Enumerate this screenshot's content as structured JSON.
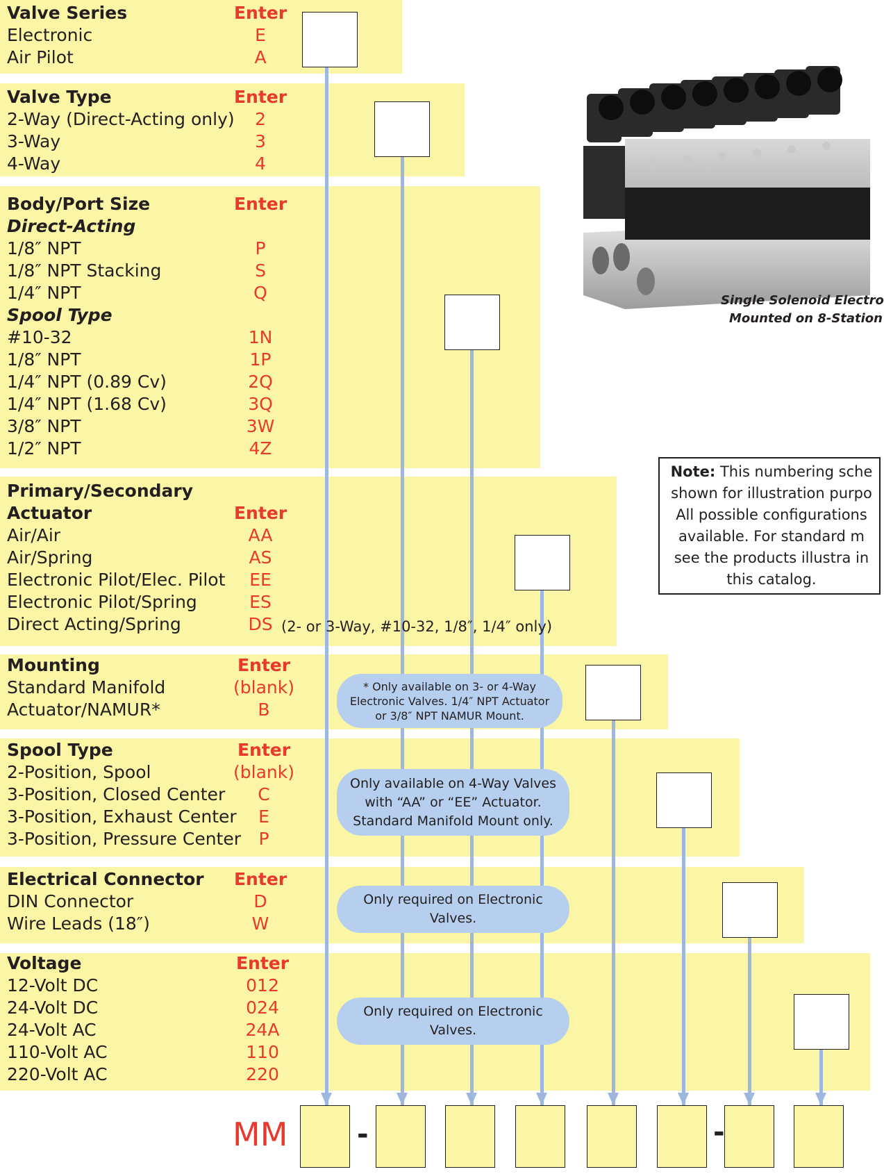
{
  "sections": {
    "valve_series": {
      "title": "Valve Series",
      "enter": "Enter",
      "rows": [
        {
          "label": "Electronic",
          "code": "E"
        },
        {
          "label": "Air Pilot",
          "code": "A"
        }
      ]
    },
    "valve_type": {
      "title": "Valve Type",
      "enter": "Enter",
      "rows": [
        {
          "label": "2-Way (Direct-Acting only)",
          "code": "2"
        },
        {
          "label": "3-Way",
          "code": "3"
        },
        {
          "label": "4-Way",
          "code": "4"
        }
      ]
    },
    "body_port": {
      "title": "Body/Port Size",
      "enter": "Enter",
      "sub1": "Direct-Acting",
      "rows1": [
        {
          "label": "1/8″ NPT",
          "code": "P"
        },
        {
          "label": "1/8″ NPT Stacking",
          "code": "S"
        },
        {
          "label": "1/4″ NPT",
          "code": "Q"
        }
      ],
      "sub2": "Spool Type",
      "rows2": [
        {
          "label": "#10-32",
          "code": "1N"
        },
        {
          "label": "1/8″ NPT",
          "code": "1P"
        },
        {
          "label": "1/4″ NPT (0.89 Cv)",
          "code": "2Q"
        },
        {
          "label": "1/4″ NPT (1.68 Cv)",
          "code": "3Q"
        },
        {
          "label": "3/8″ NPT",
          "code": "3W"
        },
        {
          "label": "1/2″ NPT",
          "code": "4Z"
        }
      ]
    },
    "actuator": {
      "title1": "Primary/Secondary",
      "title2": "Actuator",
      "enter": "Enter",
      "rows": [
        {
          "label": "Air/Air",
          "code": "AA"
        },
        {
          "label": "Air/Spring",
          "code": "AS"
        },
        {
          "label": "Electronic Pilot/Elec. Pilot",
          "code": "EE"
        },
        {
          "label": "Electronic Pilot/Spring",
          "code": "ES"
        },
        {
          "label": "Direct Acting/Spring",
          "code": "DS"
        }
      ],
      "ds_note": "(2- or 3-Way, #10-32, 1/8″, 1/4″ only)"
    },
    "mounting": {
      "title": "Mounting",
      "enter": "Enter",
      "rows": [
        {
          "label": "Standard Manifold",
          "code": "(blank)"
        },
        {
          "label": "Actuator/NAMUR*",
          "code": "B"
        }
      ]
    },
    "spool_type": {
      "title": "Spool Type",
      "enter": "Enter",
      "rows": [
        {
          "label": "2-Position, Spool",
          "code": "(blank)"
        },
        {
          "label": "3-Position, Closed Center",
          "code": "C"
        },
        {
          "label": "3-Position, Exhaust Center",
          "code": "E"
        },
        {
          "label": "3-Position, Pressure Center",
          "code": "P"
        }
      ]
    },
    "electrical": {
      "title": "Electrical Connector",
      "enter": "Enter",
      "rows": [
        {
          "label": "DIN Connector",
          "code": "D"
        },
        {
          "label": "Wire Leads (18″)",
          "code": "W"
        }
      ]
    },
    "voltage": {
      "title": "Voltage",
      "enter": "Enter",
      "rows": [
        {
          "label": "12-Volt DC",
          "code": "012"
        },
        {
          "label": "24-Volt DC",
          "code": "024"
        },
        {
          "label": "24-Volt AC",
          "code": "24A"
        },
        {
          "label": "110-Volt AC",
          "code": "110"
        },
        {
          "label": "220-Volt AC",
          "code": "220"
        }
      ]
    }
  },
  "bubbles": {
    "mounting": "* Only available on 3- or 4-Way Electronic Valves. 1/4″ NPT Actuator or 3/8″ NPT NAMUR Mount.",
    "spool": "Only available on 4-Way Valves with “AA” or “EE” Actuator. Standard Manifold Mount only.",
    "electrical": "Only required on Electronic Valves.",
    "voltage": "Only required on Electronic Valves."
  },
  "photo_caption_line1": "Single Solenoid Electro",
  "photo_caption_line2": "Mounted on 8-Station",
  "note": {
    "bold": "Note:",
    "text": " This numbering sche shown for illustration purpo All possible configurations available. For standard m see the products illustra in this catalog."
  },
  "model_prefix": "MM",
  "separator": "-",
  "colors": {
    "band": "#fbf5a6",
    "code": "#e8392c",
    "line": "#9eb7de",
    "bubble": "#b6cfee"
  }
}
